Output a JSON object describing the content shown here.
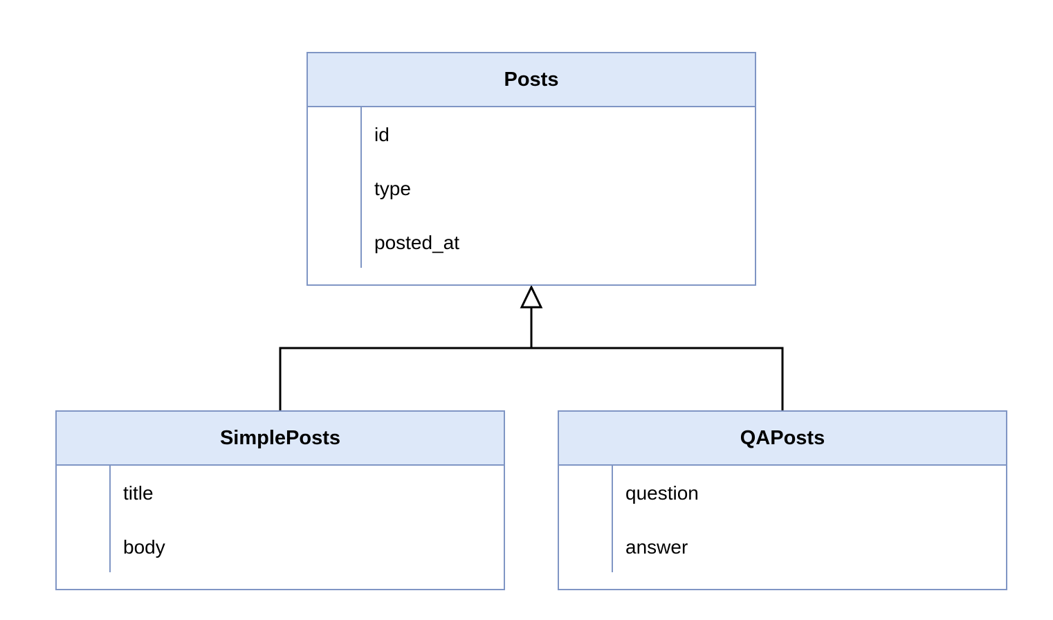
{
  "diagram": {
    "parent": {
      "name": "Posts",
      "attributes": [
        "id",
        "type",
        "posted_at"
      ]
    },
    "children": [
      {
        "name": "SimplePosts",
        "attributes": [
          "title",
          "body"
        ]
      },
      {
        "name": "QAPosts",
        "attributes": [
          "question",
          "answer"
        ]
      }
    ],
    "relationship": "generalization",
    "colors": {
      "header_fill": "#dde8f9",
      "border": "#7f95c4",
      "connector": "#000000"
    }
  }
}
